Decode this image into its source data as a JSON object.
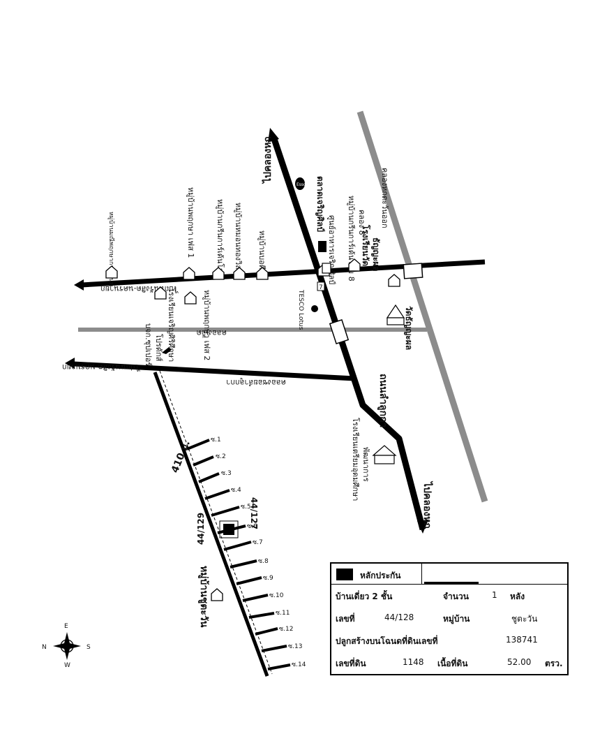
{
  "roads": {
    "to_khlong_hok_north": "ไปคลองหก",
    "to_khlong_hok_south": "ไปคลองหก",
    "lumlukka_road": "ถนนลำลูกกา",
    "khlong_hok_canal": "คลองหกตะวันออก",
    "khlong_7": "คลองเจ็ด",
    "to_ongkharak_1": "ไปถนนรังสิต-นครนายก",
    "to_ongkharak_2": "ไปถนนรังสิต-นครนายก",
    "canal_khlong_lumlukka": "คลองซอยลำลูกกา",
    "road_410": "410 ม.",
    "khlong_8": "คลอง 8"
  },
  "landmarks": {
    "market": "ตลาดเจริญศิลป์",
    "food_center": "ศูนย์อาหารเจริญศิลป์",
    "mooban_8": "หมู่บ้านกรีนการ์เด้นโฮม 8",
    "mooban_pruksa_1": "หมู่บ้านพฤกษา เฟส 1",
    "mooban_green_garden": "หมู่บ้านกรีนการ์เด้นโฮม",
    "mooban_yadee": "หมู่บ้านหมอนทองวิลล่า",
    "mooban_sri": "หมู่บ้านบอดี",
    "mooban_far": "หมู่บ้านมณีพฤกษาการ์เด้นท์",
    "school_charoen": "โรงเรียนเจริญศิริศึกษา",
    "mooban_pruksa_2": "หมู่บ้านพฤกษา เฟส 2",
    "school_wat": "โรงเรียนวัด",
    "wat_thanyaburi": "ธัญญะผล",
    "wat_label": "วัดธัญญะผล",
    "market2": "บจก.ซุปเปอร์",
    "plant": "โปรดักส์",
    "school_prep": "โรงเรียนเตรียมอุดมศึกษา",
    "school_prep2": "พัฒนาการ",
    "tesco": "TESCO Lotus",
    "esso": "Esso",
    "seven": "7",
    "mooban_chutawan": "หมู่บ้านชูตะวัน",
    "plot_129": "44/129",
    "plot_127": "44/127"
  },
  "sois": [
    "ซ.1",
    "ซ.2",
    "ซ.3",
    "ซ.4",
    "ซ.5",
    "ซ.6",
    "ซ.7",
    "ซ.8",
    "ซ.9",
    "ซ.10",
    "ซ.11",
    "ซ.12",
    "ซ.13",
    "ซ.14"
  ],
  "compass": {
    "n": "N",
    "e": "E",
    "s": "S",
    "w": "W"
  },
  "info": {
    "legend": "หลักประกัน",
    "house_type": "บ้านเดี่ยว 2 ชั้น",
    "qty_label": "จำนวน",
    "qty_value": "1",
    "qty_unit": "หลัง",
    "no_label": "เลขที่",
    "no_value": "44/128",
    "village_label": "หมู่บ้าน",
    "village_value": "ชูตะวัน",
    "deed_label": "ปลูกสร้างบนโฉนดที่ดินเลขที่",
    "deed_value": "138741",
    "land_no_label": "เลขที่ดิน",
    "land_no_value": "1148",
    "area_label": "เนื้อที่ดิน",
    "area_value": "52.00",
    "area_unit": "ตรว."
  },
  "colors": {
    "road": "#000000",
    "canal": "#8c8c8c",
    "collateral": "#000000"
  }
}
